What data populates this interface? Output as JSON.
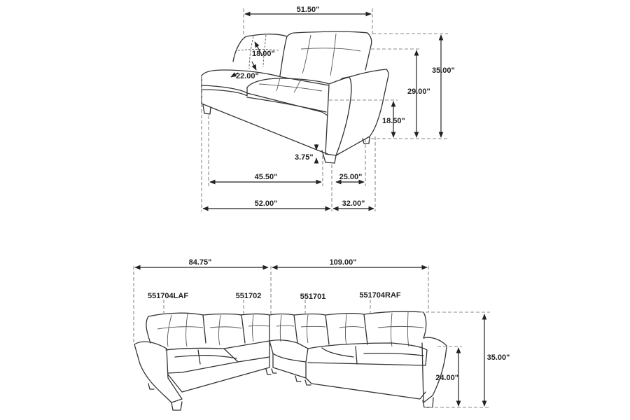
{
  "top_view": {
    "overall_width": "51.50\"",
    "back_height": "18.00\"",
    "seat_depth": "22.00\"",
    "overall_height": "35.00\"",
    "arm_height": "29.00\"",
    "seat_height": "18.50\"",
    "leg_height": "3.75\"",
    "inner_width": "45.50\"",
    "inner_depth": "25.00\"",
    "outer_width": "52.00\"",
    "outer_depth": "32.00\""
  },
  "bottom_view": {
    "left_width": "84.75\"",
    "right_width": "109.00\"",
    "pieces": [
      "551704LAF",
      "551702",
      "551701",
      "551704RAF"
    ],
    "overall_height": "35.00\"",
    "arm_height": "24.00\""
  }
}
